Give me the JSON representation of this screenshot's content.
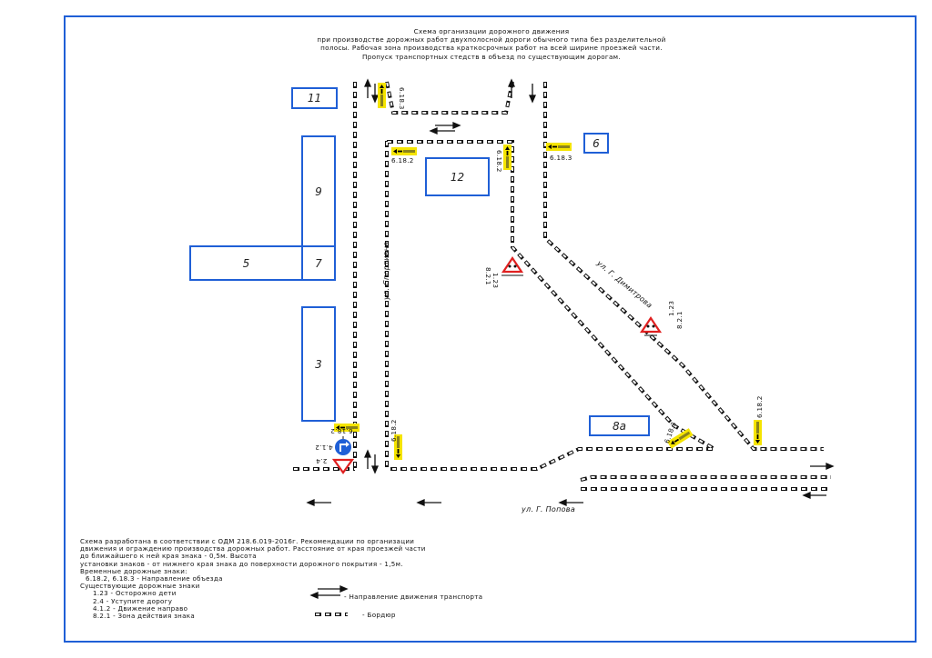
{
  "title_lines": [
    "Схема организации дорожного движения",
    "при производстве дорожных работ двухполосной дороги обычного типа без разделительной",
    "полосы. Рабочая зона производства краткосрочных работ на всей ширине проезжей части.",
    "Пропуск транспортных стедств в объезд по существующим дорогам."
  ],
  "buildings": {
    "b11": "11",
    "b9": "9",
    "b7": "7",
    "b5": "5",
    "b3": "3",
    "b12": "12",
    "b6": "6",
    "b8a": "8а"
  },
  "streets": {
    "sportivnaya": "ул. Спортивна",
    "dimitrova": "ул. Г. Димитрова",
    "popova": "ул. Г. Попова"
  },
  "sign_codes": {
    "s6182": "6.18.2",
    "s6183": "6.18.3",
    "s123": "1.23",
    "s821": "8.2.1",
    "s24": "2.4",
    "s412": "4.1.2"
  },
  "sign_text": {
    "detour": "объезд"
  },
  "notes": {
    "line1": "Схема разработана в соответствии с ОДМ 218.6.019-2016г. Рекомендации по организации",
    "line2": " движения и ограждению производства дорожных работ. Расстояние от края проезжей части",
    "line3": " до ближайшего к ней края знака - 0,5м. Высота",
    "line4": "установки знаков - от нижнего края знака до поверхности дорожного покрытия - 1,5м.",
    "temp_header": "Временные дорожные знаки:",
    "temp1": "6.18.2, 6.18.3 - Направление объезда",
    "exist_header": "Существующие дорожные знаки",
    "exist1": "1.23 - Осторожно дети",
    "exist2": "2.4 - Уступите дорогу",
    "exist3": "4.1.2 - Движение направо",
    "exist4": "8.2.1 - Зона действия знака"
  },
  "legend": {
    "traffic": "- Направление движения транспорта",
    "curb": "- Бордюр"
  },
  "colors": {
    "frame": "#1f5fd6",
    "building": "#1f5fd6",
    "curb": "#111111",
    "sign_yellow": "#f5e400",
    "sign_red": "#e02020",
    "sign_blue": "#1f5fd6"
  }
}
